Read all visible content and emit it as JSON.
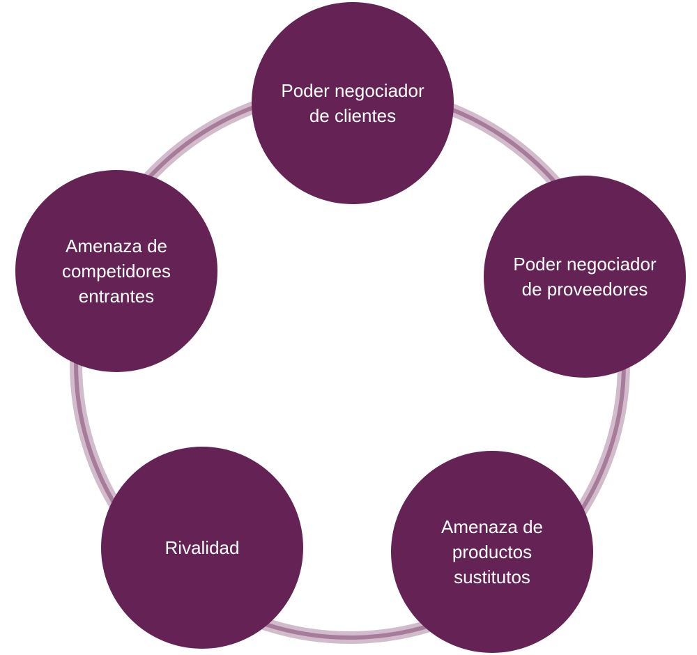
{
  "colors": {
    "node_fill": "#652355",
    "node_text": "#ffffff",
    "ring_outer": "#d2bccc",
    "ring_inner": "#a77c9b"
  },
  "nodes": [
    {
      "label": "Poder negociador\nde clientes"
    },
    {
      "label": "Poder negociador\nde proveedores"
    },
    {
      "label": "Amenaza de\nproductos\nsustitutos"
    },
    {
      "label": "Rivalidad"
    },
    {
      "label": "Amenaza de\ncompetidores\nentrantes"
    }
  ]
}
